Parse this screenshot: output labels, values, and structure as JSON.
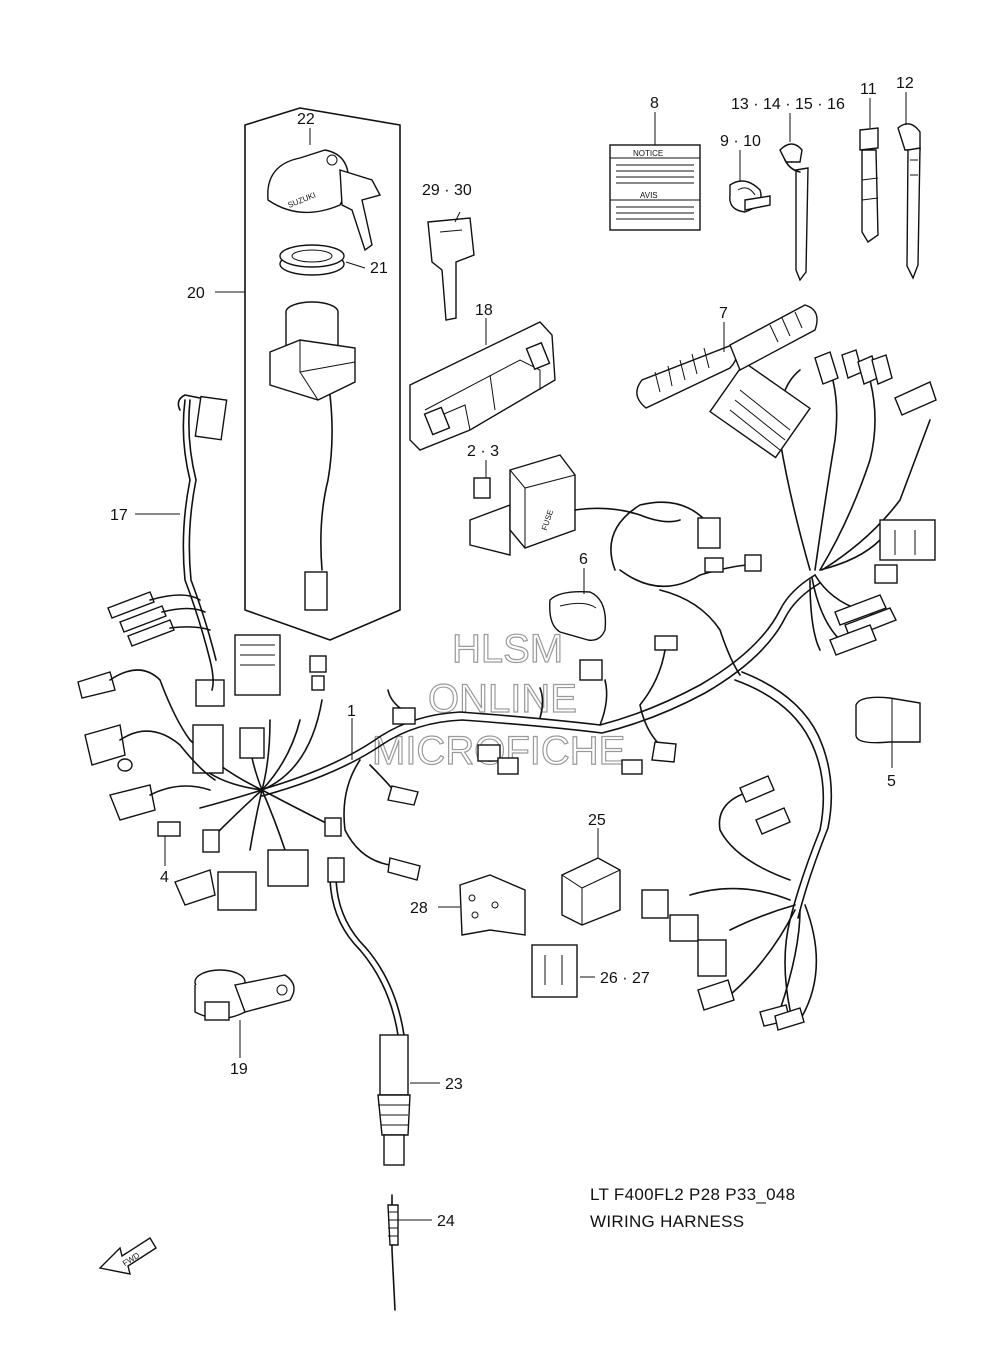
{
  "diagram": {
    "callouts": [
      "1",
      "2 · 3",
      "4",
      "5",
      "6",
      "7",
      "8",
      "9 · 10",
      "11",
      "12",
      "13 · 14 · 15 · 16",
      "17",
      "18",
      "19",
      "20",
      "21",
      "22",
      "23",
      "24",
      "25",
      "26 · 27",
      "28",
      "29 · 30"
    ],
    "watermark": {
      "line1": "HLSM",
      "line2": "ONLINE",
      "line3": "MICROFICHE"
    },
    "caption": {
      "line1": "LT F400FL2 P28 P33_048",
      "line2": "WIRING HARNESS"
    },
    "label_text": {
      "notice": "NOTICE",
      "avis": "AVIS",
      "fuse": "FUSE",
      "brand": "SUZUKI",
      "fwd": "FWD"
    }
  }
}
